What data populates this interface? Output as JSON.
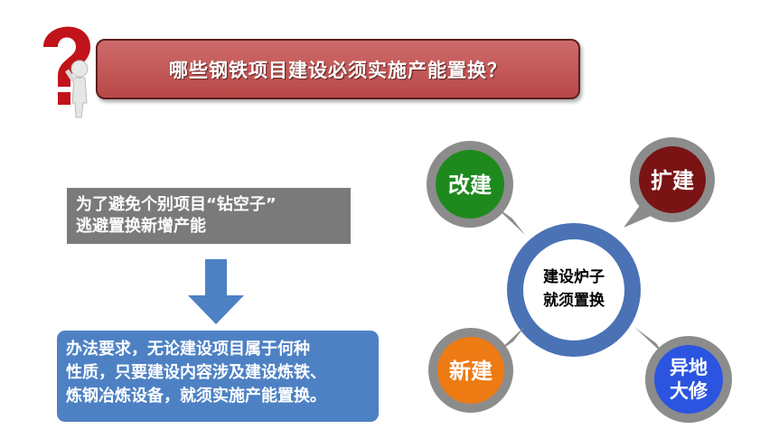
{
  "title": "哪些钢铁项目建设必须实施产能置换？",
  "gray_box": {
    "line1": "为了避免个别项目“钻空子”",
    "line2": "逃避置换新增产能"
  },
  "blue_box": {
    "line1": "办法要求，无论建设项目属于何种",
    "line2": "性质，只要建设内容涉及建设炼铁、",
    "line3": "炼钢冶炼设备，就须实施产能置换。"
  },
  "hub": {
    "center_line1": "建设炉子",
    "center_line2": "就须置换",
    "nodes": {
      "rebuild": {
        "label": "改建",
        "color": "#1e8a1e"
      },
      "expand": {
        "label": "扩建",
        "color": "#7a1414"
      },
      "new": {
        "label": "新建",
        "color": "#ee7a14"
      },
      "relocate_line1": "异地",
      "relocate_line2": "大修",
      "relocate_color": "#2b55e0"
    }
  },
  "colors": {
    "title_bar": "#c55858",
    "gray_box": "#7a7a7a",
    "blue_box": "#4d81c4",
    "arrow": "#4d81c4",
    "ring": "#4a72b5",
    "node_outline": "#8c8c8c"
  },
  "icons": [
    "question-mark-figure-icon",
    "down-arrow-icon"
  ]
}
